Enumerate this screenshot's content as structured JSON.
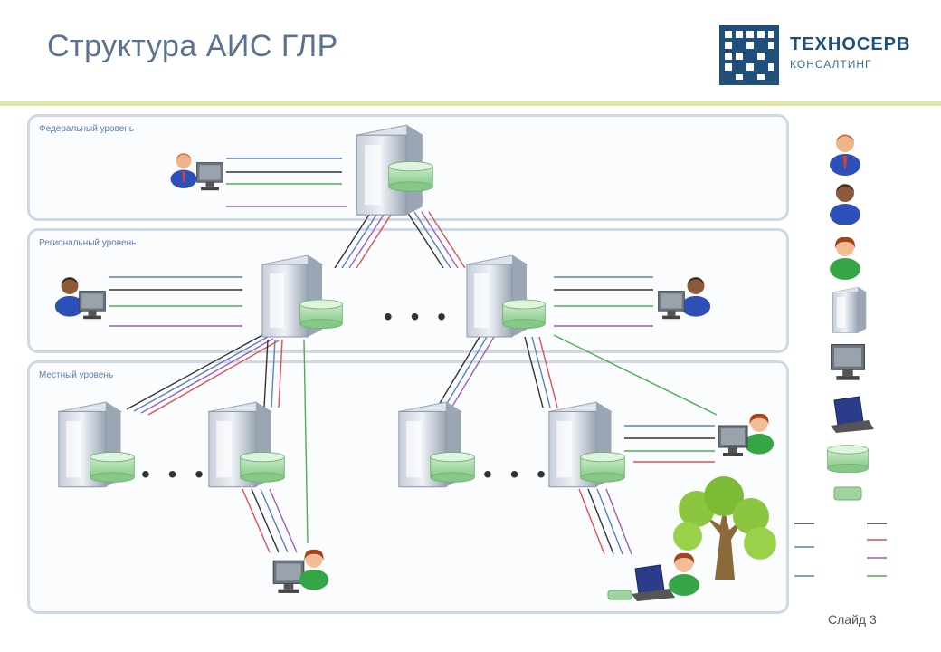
{
  "title": "Структура АИС ГЛР",
  "logo": {
    "name": "ТЕХНОСЕРВ",
    "subtitle": "КОНСАЛТИНГ"
  },
  "levels": {
    "federal": "Федеральный уровень",
    "regional": "Региональный уровень",
    "local": "Местный уровень"
  },
  "ellipsis": "• • •",
  "slide_number": "Слайд 3",
  "colors": {
    "title": "#5a7190",
    "logo": "#1f4f7a",
    "rule": "#dfe7a8",
    "panel_border": "#cfd8e6",
    "server": "#8d9aa9",
    "db": "#9fd49f",
    "arrow_black": "#333333",
    "arrow_red": "#e05050",
    "arrow_blue": "#5b7fc0",
    "arrow_purple": "#9a5fc0",
    "arrow_green": "#4caf50"
  }
}
